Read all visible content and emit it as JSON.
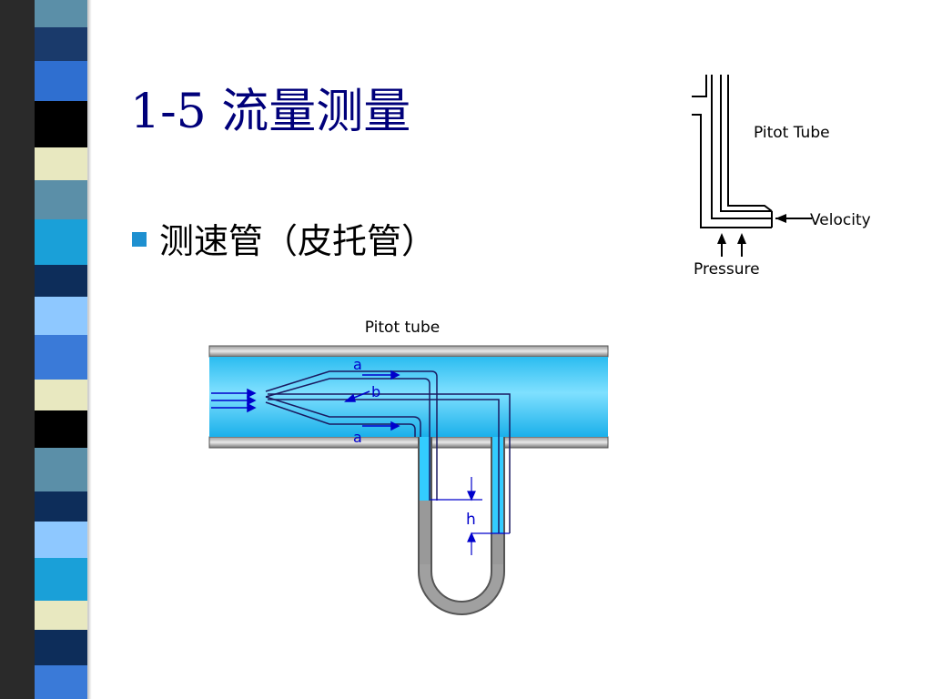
{
  "slide": {
    "title": "1-5 流量测量",
    "bullets": [
      {
        "text": "测速管（皮托管）"
      }
    ]
  },
  "small_diagram": {
    "title": "Pitot Tube",
    "velocity_label": "Velocity",
    "pressure_label": "Pressure"
  },
  "big_diagram": {
    "title": "Pitot tube",
    "label_a_top": "a",
    "label_b": "b",
    "label_a_bottom": "a",
    "label_h": "h"
  },
  "colors": {
    "title": "#00007a",
    "bullet": "#1e90d0",
    "fluid": "#33ccff",
    "pipe_wall": "#8c8c8c",
    "arrow_blue": "#0000cc"
  }
}
